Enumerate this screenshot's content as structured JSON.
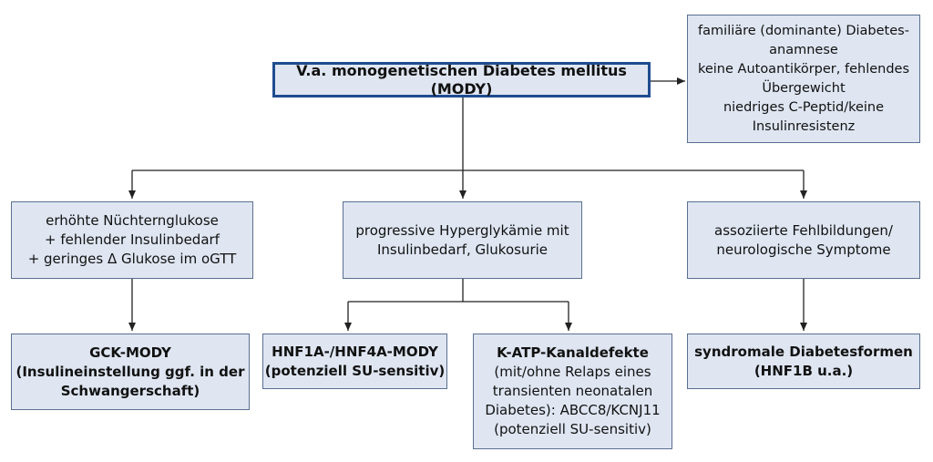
{
  "root": {
    "label": "V.a. monogenetischen Diabetes mellitus (MODY)"
  },
  "criteria": {
    "lines": [
      "familiäre (dominante) Diabetes-",
      "anamnese",
      "keine Autoantikörper, fehlendes",
      "Übergewicht",
      "niedriges C-Peptid/keine",
      "Insulinresistenz"
    ]
  },
  "branch_left": {
    "lines": [
      "erhöhte Nüchternglukose",
      "+ fehlender Insulinbedarf",
      "+ geringes Δ Glukose im oGTT"
    ]
  },
  "branch_middle": {
    "lines": [
      "progressive Hyperglykämie mit",
      "Insulinbedarf, Glukosurie"
    ]
  },
  "branch_right": {
    "lines": [
      "assoziierte Fehlbildungen/",
      "neurologische Symptome"
    ]
  },
  "outcome_gck": {
    "lines": [
      "GCK-MODY",
      "(Insulineinstellung ggf. in der",
      "Schwangerschaft)"
    ]
  },
  "outcome_hnf": {
    "lines": [
      "HNF1A-/HNF4A-MODY",
      "(potenziell SU-sensitiv)"
    ]
  },
  "outcome_katp": {
    "title": "K-ATP-Kanaldefekte",
    "lines": [
      "(mit/ohne Relaps eines",
      "transienten neonatalen",
      "Diabetes): ABCC8/KCNJ11",
      "(potenziell SU-sensitiv)"
    ]
  },
  "outcome_syndromal": {
    "lines": [
      "syndromale Diabetesformen",
      "(HNF1B u.a.)"
    ]
  },
  "colors": {
    "box_fill": "#dfe6f2",
    "box_border": "#5b6f90",
    "root_border": "#1f4c8f",
    "connector": "#222222"
  }
}
